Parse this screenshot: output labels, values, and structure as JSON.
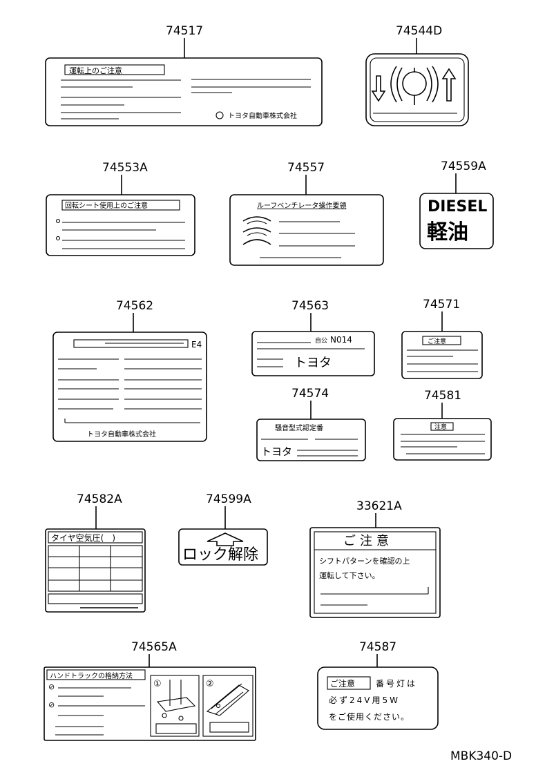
{
  "diagram_code": "MBK340-D",
  "parts": [
    {
      "part_no": "74517",
      "texts": [
        "運転上のご注意",
        "トヨタ自動車株式会社"
      ]
    },
    {
      "part_no": "74544D",
      "texts": []
    },
    {
      "part_no": "74553A",
      "texts": [
        "回転シート使用上のご注意"
      ]
    },
    {
      "part_no": "74557",
      "texts": [
        "ルーフベンチレータ操作要領"
      ]
    },
    {
      "part_no": "74559A",
      "texts": [
        "DIESEL",
        "軽油"
      ]
    },
    {
      "part_no": "74562",
      "texts": [
        "E4",
        "トヨタ自動車株式会社"
      ]
    },
    {
      "part_no": "74563",
      "texts": [
        "N014",
        "トヨタ"
      ]
    },
    {
      "part_no": "74571",
      "texts": [
        "ご注意"
      ]
    },
    {
      "part_no": "74574",
      "texts": [
        "騒音型式認定番",
        "トヨタ"
      ]
    },
    {
      "part_no": "74581",
      "texts": [
        "注意"
      ]
    },
    {
      "part_no": "74582A",
      "texts": [
        "タイヤ空気圧(　)"
      ]
    },
    {
      "part_no": "74599A",
      "texts": [
        "ロック解除"
      ]
    },
    {
      "part_no": "33621A",
      "texts": [
        "ご注意",
        "シフトパターンを確認の上",
        "運転して下さい。"
      ]
    },
    {
      "part_no": "74565A",
      "texts": [
        "ハンドトラックの格納方法",
        "①",
        "②"
      ]
    },
    {
      "part_no": "74587",
      "texts": [
        "ご注意",
        "番号灯は",
        "必ず24V用5W",
        "をご使用ください。"
      ]
    }
  ]
}
